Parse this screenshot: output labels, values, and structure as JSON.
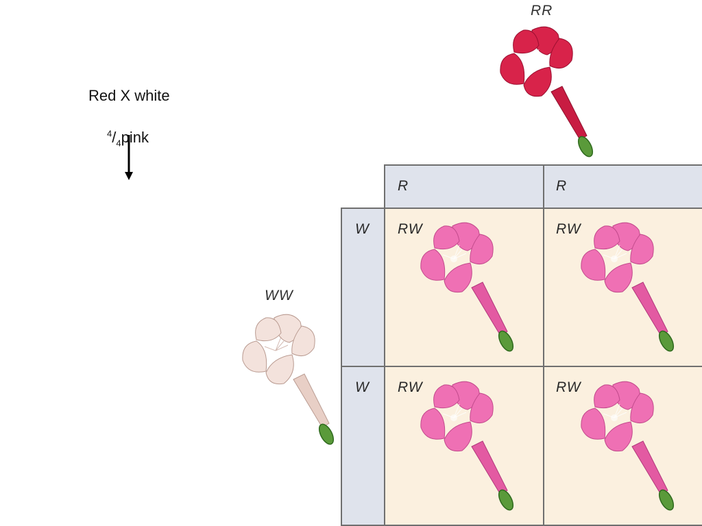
{
  "cross": {
    "title": "Red X white",
    "result_numerator": "4",
    "result_denominator": "4",
    "result_label": "pink"
  },
  "parents": {
    "top": {
      "genotype": "RR",
      "color": "#d8234a"
    },
    "left": {
      "genotype": "WW",
      "color": "#f1ddd6"
    }
  },
  "punnett": {
    "column_alleles": [
      "R",
      "R"
    ],
    "row_alleles": [
      "W",
      "W"
    ],
    "cells": [
      [
        "RW",
        "RW"
      ],
      [
        "RW",
        "RW"
      ]
    ],
    "offspring_color": "#ef70b4",
    "header_color": "#dfe3ec",
    "cell_color": "#fbf0df"
  }
}
